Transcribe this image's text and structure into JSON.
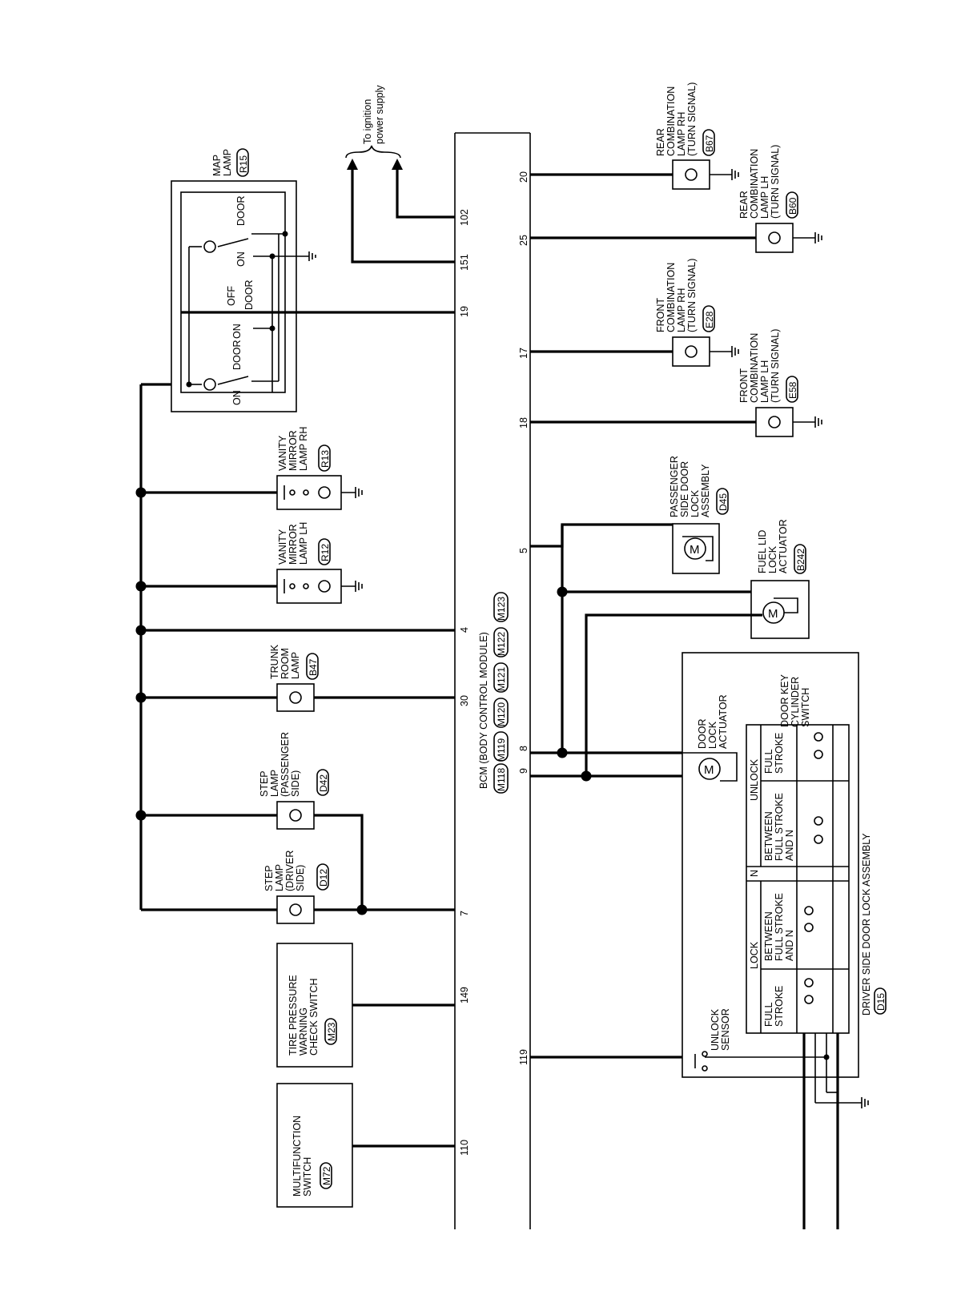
{
  "bcm": {
    "name": "BCM (BODY CONTROL MODULE)",
    "connectors": [
      "M118",
      "M119",
      "M120",
      "M121",
      "M122",
      "M123"
    ]
  },
  "ignition": {
    "text_line1": "To ignition",
    "text_line2": "power supply",
    "pins": [
      "102",
      "151"
    ]
  },
  "pins_left": [
    "102",
    "151",
    "19",
    "4",
    "30",
    "7",
    "149",
    "110"
  ],
  "pins_right": [
    "20",
    "25",
    "17",
    "18",
    "5",
    "8",
    "9",
    "119"
  ],
  "components": {
    "map_lamp": {
      "lines": [
        "MAP",
        "LAMP"
      ],
      "code": "R15",
      "switch_labels": [
        "DOOR",
        "ON",
        "OFF",
        "DOOR",
        "ON",
        "DOOR",
        "ON"
      ]
    },
    "vanity_rh": {
      "lines": [
        "VANITY",
        "MIRROR",
        "LAMP RH"
      ],
      "code": "R13"
    },
    "vanity_lh": {
      "lines": [
        "VANITY",
        "MIRROR",
        "LAMP LH"
      ],
      "code": "R12"
    },
    "trunk": {
      "lines": [
        "TRUNK",
        "ROOM",
        "LAMP"
      ],
      "code": "B47"
    },
    "step_pass": {
      "lines": [
        "STEP",
        "LAMP",
        "(PASSENGER",
        "SIDE)"
      ],
      "code": "D42"
    },
    "step_drv": {
      "lines": [
        "STEP",
        "LAMP",
        "(DRIVER",
        "SIDE)"
      ],
      "code": "D12"
    },
    "tire": {
      "lines": [
        "TIRE PRESSURE",
        "WARNING",
        "CHECK SWITCH"
      ],
      "code": "M23"
    },
    "multi": {
      "lines": [
        "MULTIFUNCTION",
        "SWITCH"
      ],
      "code": "M72"
    },
    "rear_rh": {
      "lines": [
        "REAR",
        "COMBINATION",
        "LAMP RH",
        "(TURN SIGNAL)"
      ],
      "code": "B67"
    },
    "rear_lh": {
      "lines": [
        "REAR",
        "COMBINATION",
        "LAMP LH",
        "(TURN SIGNAL)"
      ],
      "code": "B60"
    },
    "front_rh": {
      "lines": [
        "FRONT",
        "COMBINATION",
        "LAMP RH",
        "(TURN SIGNAL)"
      ],
      "code": "E28"
    },
    "front_lh": {
      "lines": [
        "FRONT",
        "COMBINATION",
        "LAMP LH",
        "(TURN SIGNAL)"
      ],
      "code": "E58"
    },
    "pass_door": {
      "lines": [
        "PASSENGER",
        "SIDE DOOR",
        "LOCK",
        "ASSEMBLY"
      ],
      "code": "D45"
    },
    "fuel_lid": {
      "lines": [
        "FUEL LID",
        "LOCK",
        "ACTUATOR"
      ],
      "code": "B242"
    },
    "drv_door": {
      "title": "DRIVER SIDE DOOR LOCK ASSEMBLY",
      "code": "D15",
      "actuator_lines": [
        "DOOR",
        "LOCK",
        "ACTUATOR"
      ],
      "key_lines": [
        "DOOR KEY",
        "CYLINDER",
        "SWITCH"
      ],
      "sensor_lines": [
        "UNLOCK",
        "SENSOR"
      ]
    }
  },
  "switch_table": {
    "group_lock": "LOCK",
    "group_unlock": "UNLOCK",
    "neutral": "N",
    "col_full_stroke": [
      "FULL",
      "STROKE"
    ],
    "col_between": [
      "BETWEEN",
      "FULL STROKE",
      "AND N"
    ]
  }
}
